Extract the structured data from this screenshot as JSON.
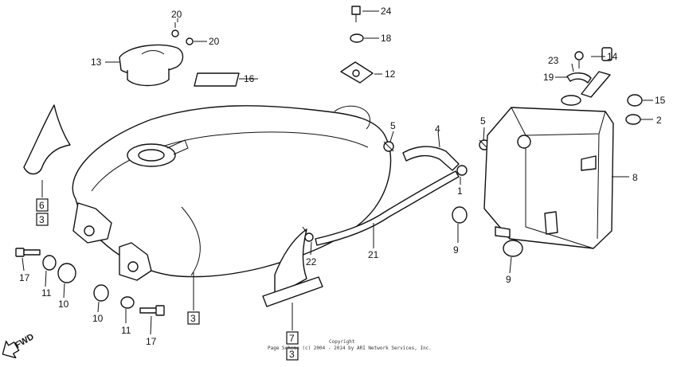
{
  "callouts": {
    "c1": "1",
    "c2": "2",
    "c3a": "3",
    "c3b": "3",
    "c3c": "3",
    "c4": "4",
    "c5a": "5",
    "c5b": "5",
    "c6": "6",
    "c7": "7",
    "c8": "8",
    "c9a": "9",
    "c9b": "9",
    "c10a": "10",
    "c10b": "10",
    "c11a": "11",
    "c11b": "11",
    "c12": "12",
    "c13": "13",
    "c14": "14",
    "c15": "15",
    "c16": "16",
    "c17a": "17",
    "c17b": "17",
    "c18": "18",
    "c19": "19",
    "c20a": "20",
    "c20b": "20",
    "c21": "21",
    "c22": "22",
    "c23": "23",
    "c24": "24"
  },
  "fwd_label": "FWD",
  "copyright": {
    "line1": "Copyright",
    "line2": "Page Scheme (c) 2004 - 2014 by ARI Network Services, Inc."
  }
}
